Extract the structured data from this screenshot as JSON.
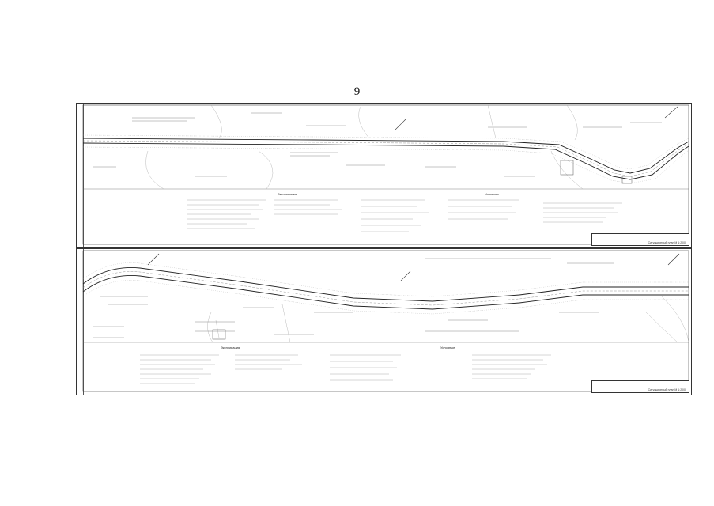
{
  "page": {
    "number": "9"
  },
  "sheets": [
    {
      "id": "sheet-1",
      "legend_title_left": "Экспликация",
      "legend_title_right": "Условные",
      "stamp_label": "Ситуационный план М 1:2000"
    },
    {
      "id": "sheet-2",
      "legend_title_left": "Экспликация",
      "legend_title_right": "Условные",
      "stamp_label": "Ситуационный план М 1:2000"
    }
  ],
  "colors": {
    "line": "#333333",
    "faint": "#8a8a8a",
    "paper": "#ffffff"
  }
}
